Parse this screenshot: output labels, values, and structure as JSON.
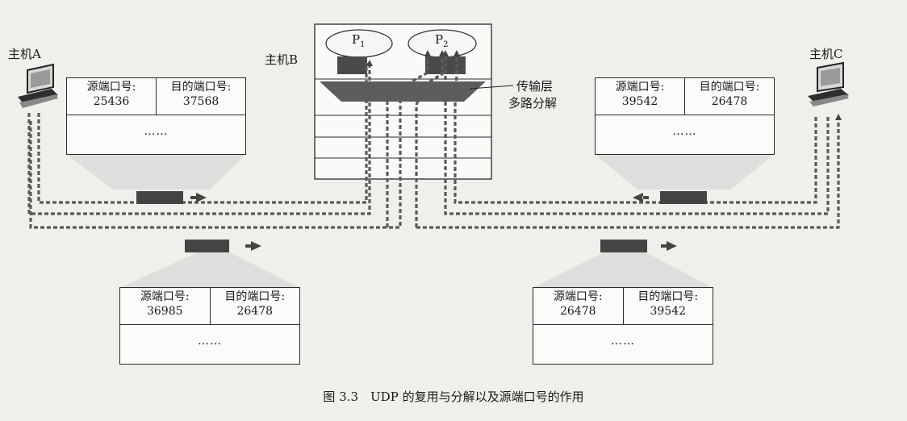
{
  "hosts": {
    "a": "主机A",
    "b": "主机B",
    "c": "主机C"
  },
  "processes": {
    "p1": "P",
    "p1_sub": "1",
    "p2": "P",
    "p2_sub": "2"
  },
  "transport": {
    "line1": "传输层",
    "line2": "多路分解"
  },
  "segments": {
    "tl": {
      "src_label": "源端口号:",
      "dst_label": "目的端口号:",
      "src": "25436",
      "dst": "37568",
      "more": "……"
    },
    "tr": {
      "src_label": "源端口号:",
      "dst_label": "目的端口号:",
      "src": "39542",
      "dst": "26478",
      "more": "……"
    },
    "bl": {
      "src_label": "源端口号:",
      "dst_label": "目的端口号:",
      "src": "36985",
      "dst": "26478",
      "more": "……"
    },
    "br": {
      "src_label": "源端口号:",
      "dst_label": "目的端口号:",
      "src": "26478",
      "dst": "39542",
      "more": "……"
    }
  },
  "caption": "图 3.3　UDP 的复用与分解以及源端口号的作用"
}
